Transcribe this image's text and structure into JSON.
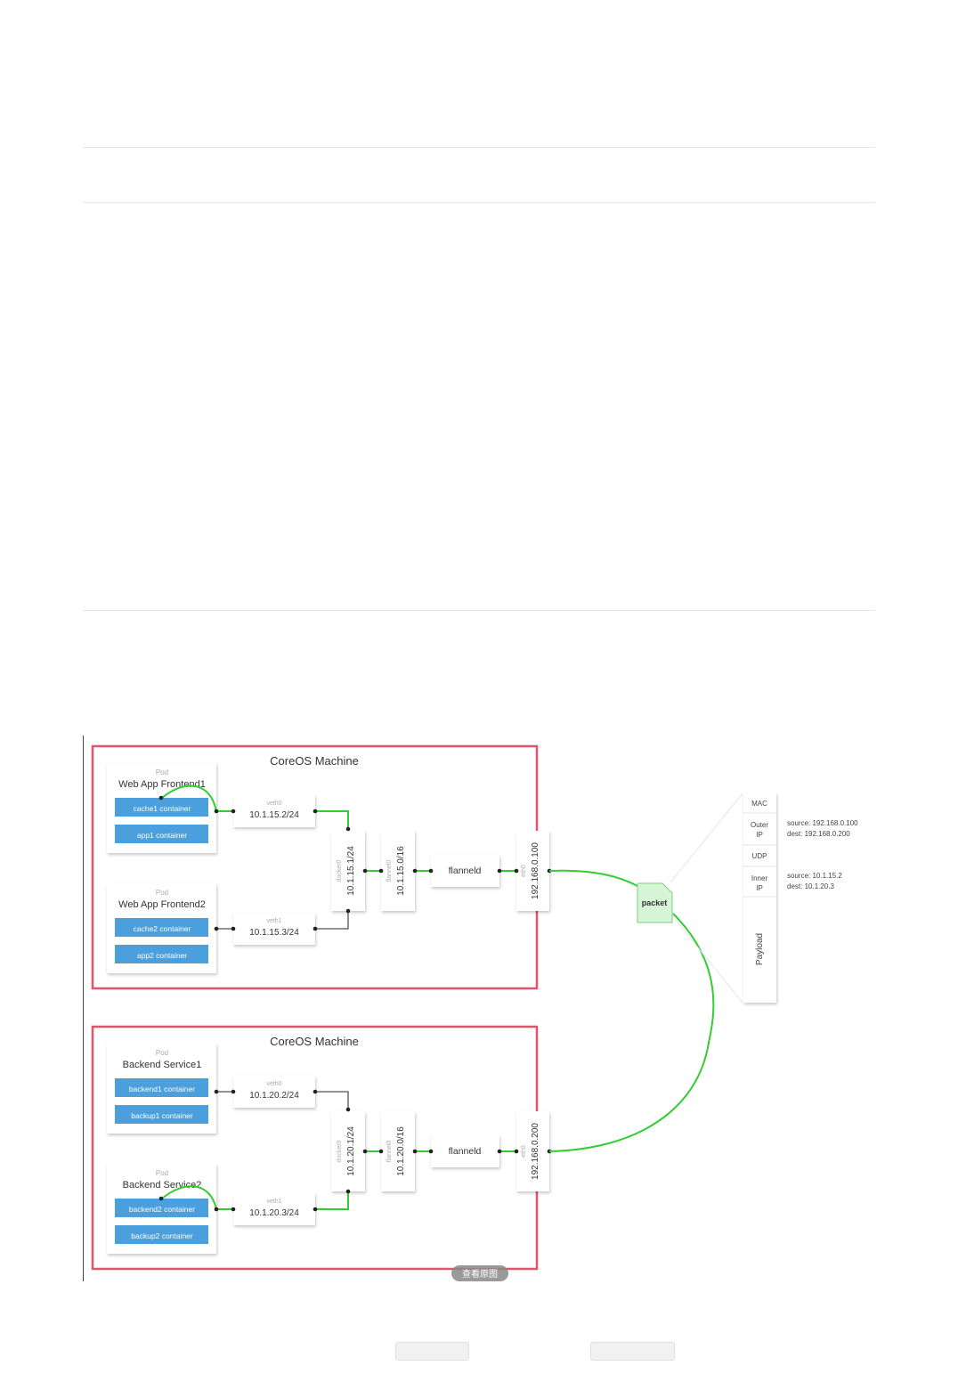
{
  "diagram": {
    "machines": [
      {
        "title": "CoreOS Machine",
        "pods": [
          {
            "caption": "Pod",
            "name": "Web App Frontend1",
            "containers": [
              "cache1 container",
              "app1 container"
            ]
          },
          {
            "caption": "Pod",
            "name": "Web App Frontend2",
            "containers": [
              "cache2 container",
              "app2 container"
            ]
          }
        ],
        "veths": [
          {
            "caption": "veth0",
            "ip": "10.1.15.2/24"
          },
          {
            "caption": "veth1",
            "ip": "10.1.15.3/24"
          }
        ],
        "docker0": {
          "caption": "docker0",
          "ip": "10.1.15.1/24"
        },
        "flannel0": {
          "caption": "flannel0",
          "ip": "10.1.15.0/16"
        },
        "flanneld": "flanneld",
        "eth0": {
          "caption": "eth0",
          "ip": "192.168.0.100"
        }
      },
      {
        "title": "CoreOS Machine",
        "pods": [
          {
            "caption": "Pod",
            "name": "Backend Service1",
            "containers": [
              "backend1 container",
              "backup1 container"
            ]
          },
          {
            "caption": "Pod",
            "name": "Backend Service2",
            "containers": [
              "backend2 container",
              "backup2 container"
            ]
          }
        ],
        "veths": [
          {
            "caption": "veth0",
            "ip": "10.1.20.2/24"
          },
          {
            "caption": "veth1",
            "ip": "10.1.20.3/24"
          }
        ],
        "docker0": {
          "caption": "docker0",
          "ip": "10.1.20.1/24"
        },
        "flannel0": {
          "caption": "flannel0",
          "ip": "10.1.20.0/16"
        },
        "flanneld": "flanneld",
        "eth0": {
          "caption": "eth0",
          "ip": "192.168.0.200"
        }
      }
    ],
    "packet": {
      "label": "packet",
      "fields": [
        "MAC",
        "Outer IP",
        "UDP",
        "Inner IP",
        "Payload"
      ],
      "outer_ip": {
        "source": "source: 192.168.0.100",
        "dest": "dest: 192.168.0.200"
      },
      "inner_ip": {
        "source": "source: 10.1.15.2",
        "dest": "dest: 10.1.20.3"
      }
    },
    "view_original_label": "查看原图",
    "colors": {
      "machine_border": "#e0556a",
      "container_fill": "#4a9fdc",
      "flow_line": "#33cc33",
      "packet_fill": "#d6f5d6"
    }
  }
}
